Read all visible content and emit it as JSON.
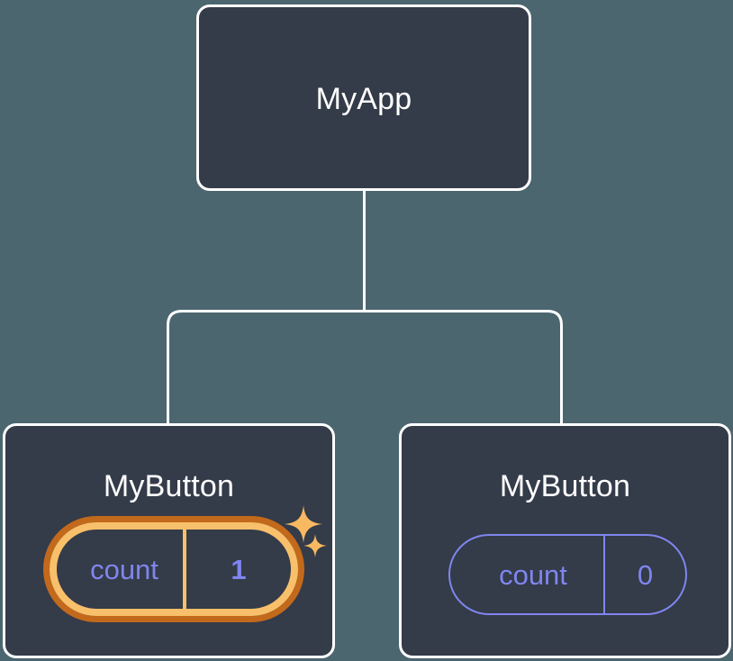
{
  "diagram": {
    "type": "component-tree",
    "background_color": "#4c6670",
    "node_fill_color": "#343b49",
    "node_border_color": "#ffffff",
    "connector_color": "#ffffff",
    "accent_purple": "#7f86ee",
    "highlight_orange_outer": "#c2691c",
    "highlight_orange_inner": "#f8c06a"
  },
  "root": {
    "title": "MyApp"
  },
  "children": [
    {
      "title": "MyButton",
      "state": {
        "key": "count",
        "value": "1"
      },
      "highlighted": true,
      "sparkle_large_icon": "sparkle-icon",
      "sparkle_small_icon": "sparkle-icon"
    },
    {
      "title": "MyButton",
      "state": {
        "key": "count",
        "value": "0"
      },
      "highlighted": false
    }
  ]
}
